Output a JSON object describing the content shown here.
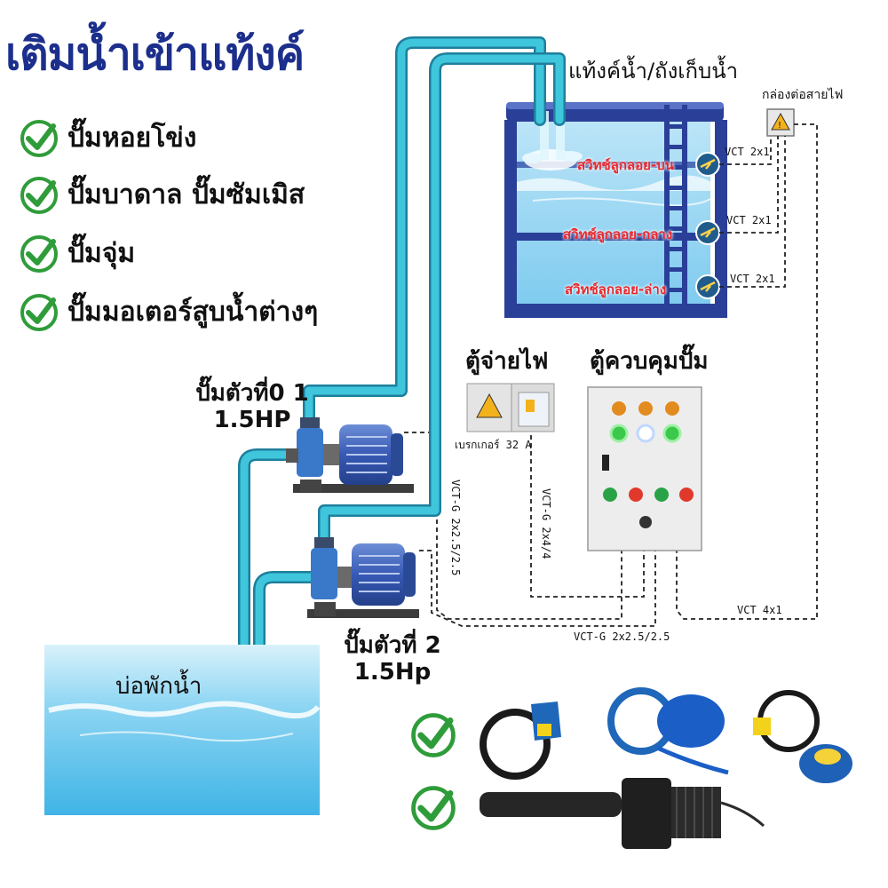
{
  "title": "เติมน้ำเข้าแท้งค์",
  "features": [
    "ปั๊มหอยโข่ง",
    "ปั๊มบาดาล ปั๊มซัมเมิส",
    "ปั๊มจุ่ม",
    "ปั๊มมอเตอร์สูบน้ำต่างๆ"
  ],
  "tank": {
    "label": "แท้งค์น้ำ/ถังเก็บน้ำ",
    "switches": [
      "สวิทช์ลูกลอย-บน",
      "สวิทช์ลูกลอย-กลาง",
      "สวิทช์ลูกลอย-ล่าง"
    ],
    "switch_cables": [
      "VCT 2x1",
      "VCT 2x1",
      "VCT 2x1"
    ]
  },
  "junction_box": {
    "label": "กล่องต่อสายไฟ"
  },
  "power_panel": {
    "label": "ตู้จ่ายไฟ",
    "breaker": "เบรกเกอร์ 32 A"
  },
  "control_panel": {
    "label": "ตู้ควบคุมปั๊ม"
  },
  "pump1": {
    "line1": "ปั๊มตัวที่0 1",
    "line2": "1.5HP"
  },
  "pump2": {
    "line1": "ปั๊มตัวที่ 2",
    "line2": "1.5Hp"
  },
  "sump": {
    "label": "บ่อพักน้ำ"
  },
  "cables": {
    "pump1_cable": "VCT-G 2x2.5/2.5",
    "panel_cable": "VCT-G 2x4/4",
    "pump2_cable": "VCT-G 2x2.5/2.5",
    "junction_cable": "VCT 4x1"
  },
  "colors": {
    "title": "#1d2f8c",
    "pipe": "#35bfd8",
    "tank_frame": "#2a3f98",
    "water": "#5fc3ee",
    "switch_label": "#e8272d",
    "check": "#2f9c3a"
  }
}
